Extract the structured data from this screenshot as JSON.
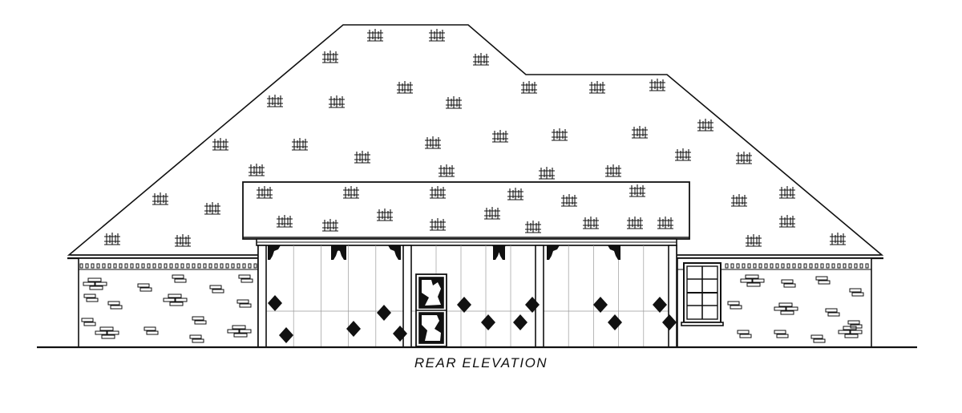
{
  "drawing": {
    "caption": "REAR ELEVATION",
    "line_color": "#111111",
    "background_color": "#ffffff",
    "roof_material": "shingle-roof",
    "wall_material": "brick-wall",
    "elements": [
      {
        "name": "main-hip-roof"
      },
      {
        "name": "porch-roof"
      },
      {
        "name": "left-brick-wall"
      },
      {
        "name": "right-brick-wall"
      },
      {
        "name": "screened-porch"
      },
      {
        "name": "porch-door"
      },
      {
        "name": "double-hung-window"
      },
      {
        "name": "dentil-trim"
      },
      {
        "name": "ground-line"
      }
    ]
  }
}
